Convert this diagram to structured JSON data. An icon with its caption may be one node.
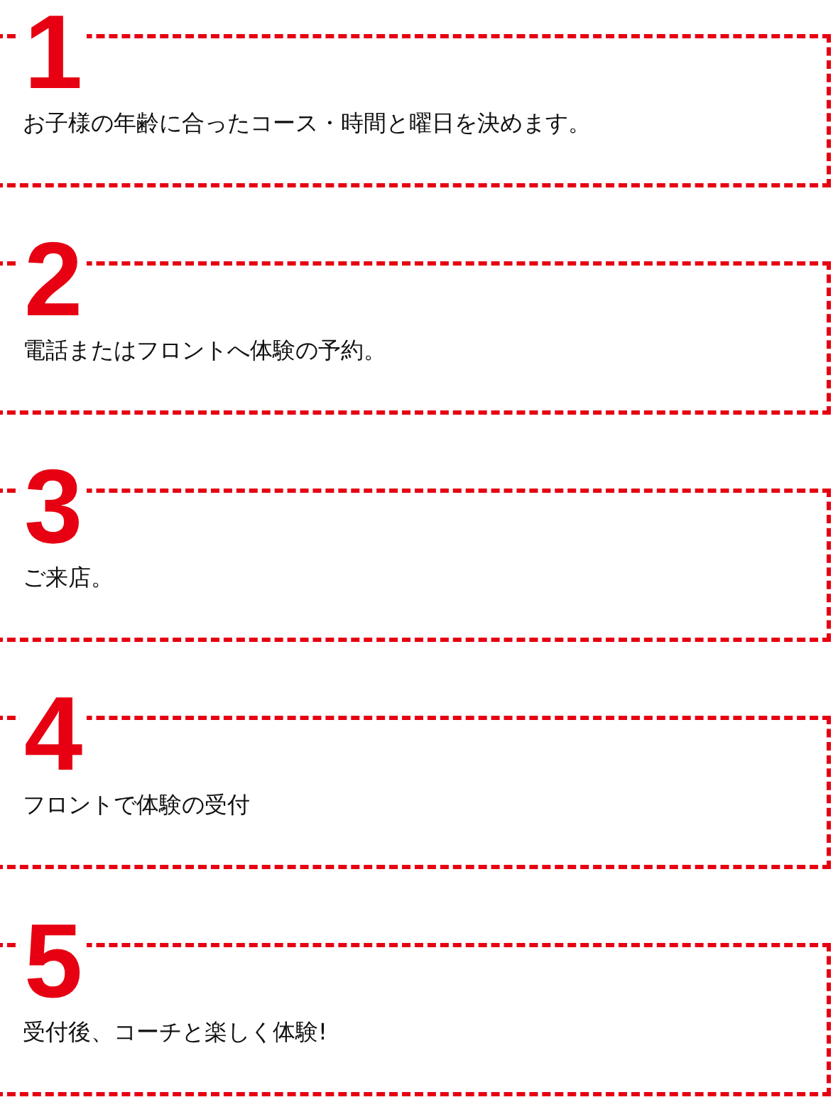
{
  "diagram": {
    "nodes": [
      {
        "text": [
          "1",
          "お子様の年齢に合ったコース・時間と曜日を決めます。"
        ]
      },
      {
        "text": [
          "2",
          "電話またはフロントへ体験の予約。"
        ]
      },
      {
        "text": [
          "3",
          "ご来店。"
        ]
      },
      {
        "text": [
          "4",
          "フロントで体験の受付"
        ]
      },
      {
        "text": [
          "5",
          "受付後、コーチと楽しく体験!"
        ]
      }
    ]
  }
}
